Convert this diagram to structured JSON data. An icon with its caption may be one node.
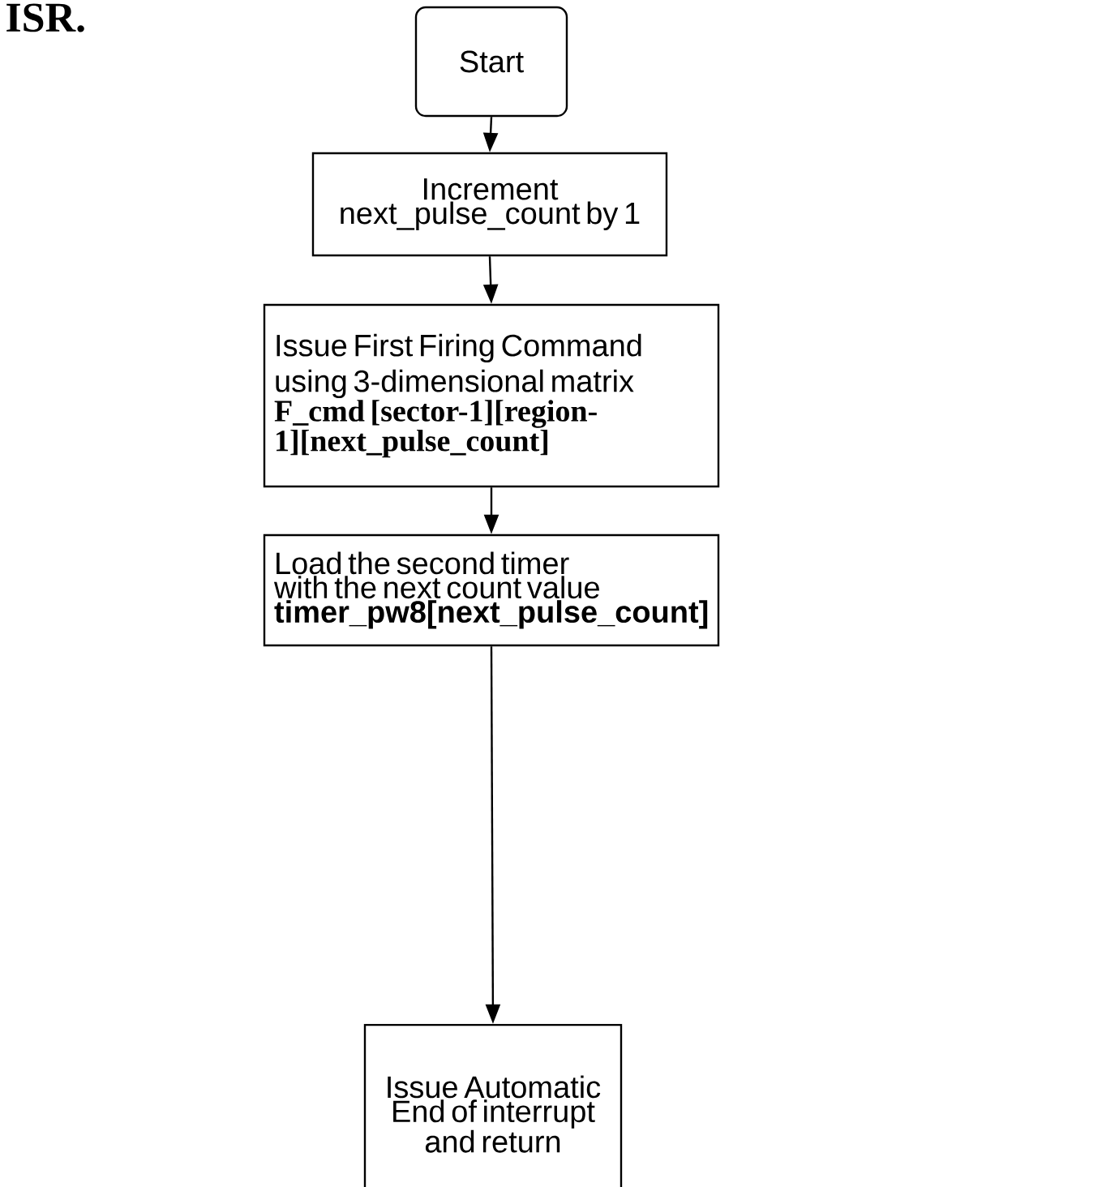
{
  "diagram": {
    "nodes": [
      {
        "text": [
          "Start"
        ]
      },
      {
        "text": [
          "Increment next_pulse_count by 1"
        ]
      },
      {
        "text": [
          "Issue First Firing Command using 3-dimensional matrix",
          "F_cmd [sector-1][region-1][next_pulse_count]"
        ]
      },
      {
        "text": [
          "Load the second timer with the next count value **timer_pw8[next_pulse_count]**"
        ]
      },
      {
        "text": [
          "Issue Automatic End of interrupt and return"
        ]
      }
    ],
    "edges": [
      {
        "from": 0,
        "to": 1,
        "arrow": "to"
      },
      {
        "from": 1,
        "to": 2,
        "arrow": "to"
      },
      {
        "from": 2,
        "to": 3,
        "arrow": "to"
      },
      {
        "from": 3,
        "to": 4,
        "arrow": "to"
      }
    ],
    "labels": [
      "ISR."
    ]
  }
}
